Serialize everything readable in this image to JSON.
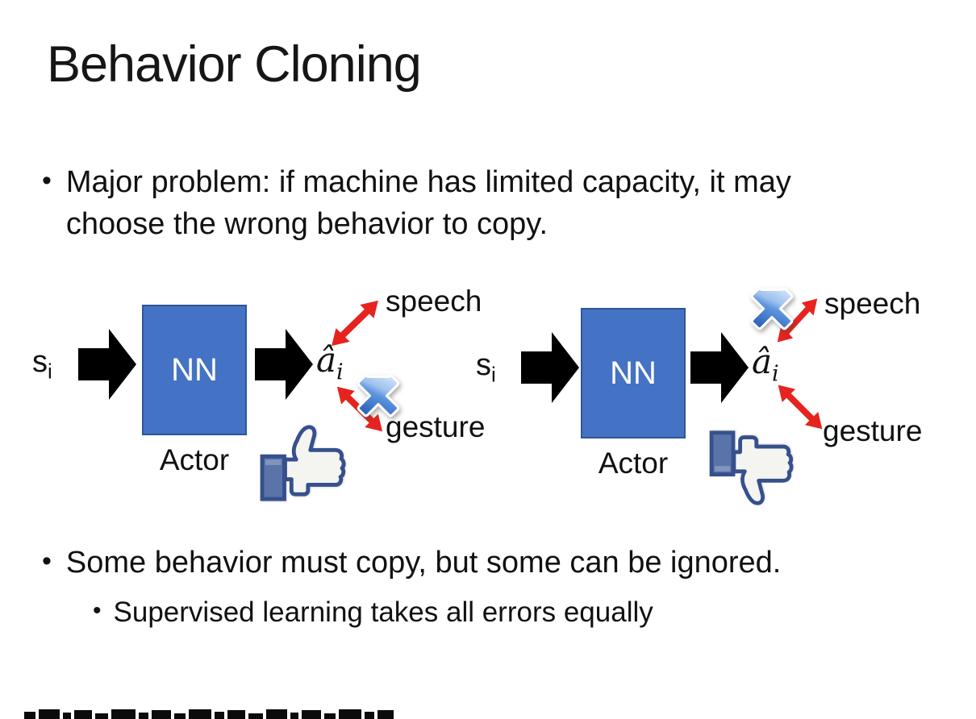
{
  "slide": {
    "title": "Behavior Cloning",
    "bullet_char": "•",
    "bullets": {
      "major_problem": "Major problem: if machine has limited capacity, it may choose the wrong behavior to copy.",
      "some_behavior": "Some behavior must copy, but some can be ignored.",
      "supervised": "Supervised learning takes all errors equally"
    }
  },
  "diagrams": [
    {
      "input_label": "s",
      "input_subscript": "i",
      "box_label": "NN",
      "box_caption": "Actor",
      "output_label": "â",
      "output_subscript": "i",
      "branches": [
        {
          "label": "speech",
          "crossed_out": false
        },
        {
          "label": "gesture",
          "crossed_out": true
        }
      ],
      "feedback_icon": "thumbs-up"
    },
    {
      "input_label": "s",
      "input_subscript": "i",
      "box_label": "NN",
      "box_caption": "Actor",
      "output_label": "â",
      "output_subscript": "i",
      "branches": [
        {
          "label": "speech",
          "crossed_out": true
        },
        {
          "label": "gesture",
          "crossed_out": false
        }
      ],
      "feedback_icon": "thumbs-down"
    }
  ],
  "colors": {
    "background": "#FFFFFF",
    "text": "#111111",
    "nn_box_fill": "#4472C4",
    "nn_box_border": "#2F5597",
    "block_arrow": "#000000",
    "branch_arrow_red": "#E6231E",
    "cross_blue": "#4A86D8",
    "thumb_outline": "#36508E",
    "thumb_cuff_fill": "#5A73A9",
    "thumb_hand_fill": "#F4F4F1"
  }
}
